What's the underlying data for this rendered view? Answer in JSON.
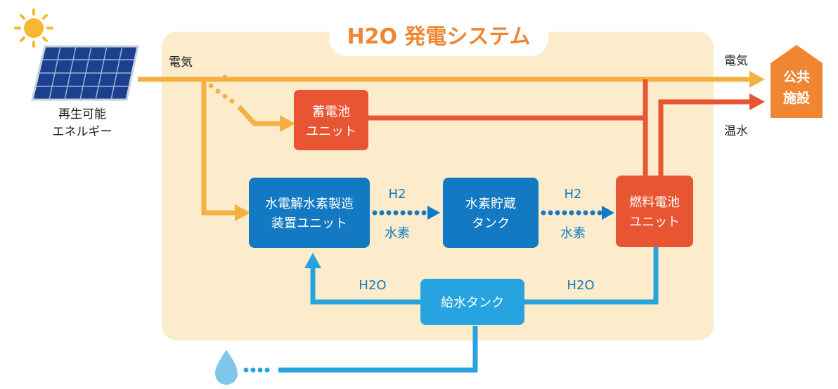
{
  "title": "H2O 発電システム",
  "colors": {
    "panel_bg": "#fdeccc",
    "electric": "#f5b042",
    "heat": "#e75533",
    "water": "#27a3e0",
    "unit_blue": "#1279c2",
    "unit_red": "#e75533",
    "destination": "#f08532",
    "text_dark": "#222222"
  },
  "source": {
    "label_line1": "再生可能",
    "label_line2": "エネルギー",
    "icons": [
      "sun-icon",
      "solar-panel-icon"
    ]
  },
  "flows": {
    "electric_in": "電気",
    "electric_out": "電気",
    "hot_water_out": "温水",
    "h2_a": "H2",
    "hydrogen_a": "水素",
    "h2_b": "H2",
    "hydrogen_b": "水素",
    "h2o_left": "H2O",
    "h2o_right": "H2O"
  },
  "units": {
    "battery": {
      "line1": "蓄電池",
      "line2": "ユニット"
    },
    "electrolysis": {
      "line1": "水電解水素製造",
      "line2": "装置ユニット"
    },
    "storage": {
      "line1": "水素貯蔵",
      "line2": "タンク"
    },
    "fuel_cell": {
      "line1": "燃料電池",
      "line2": "ユニット"
    },
    "water_tank": {
      "line1": "給水タンク"
    }
  },
  "destination": {
    "line1": "公共",
    "line2": "施設"
  },
  "water_source_icon": "water-drop-icon"
}
